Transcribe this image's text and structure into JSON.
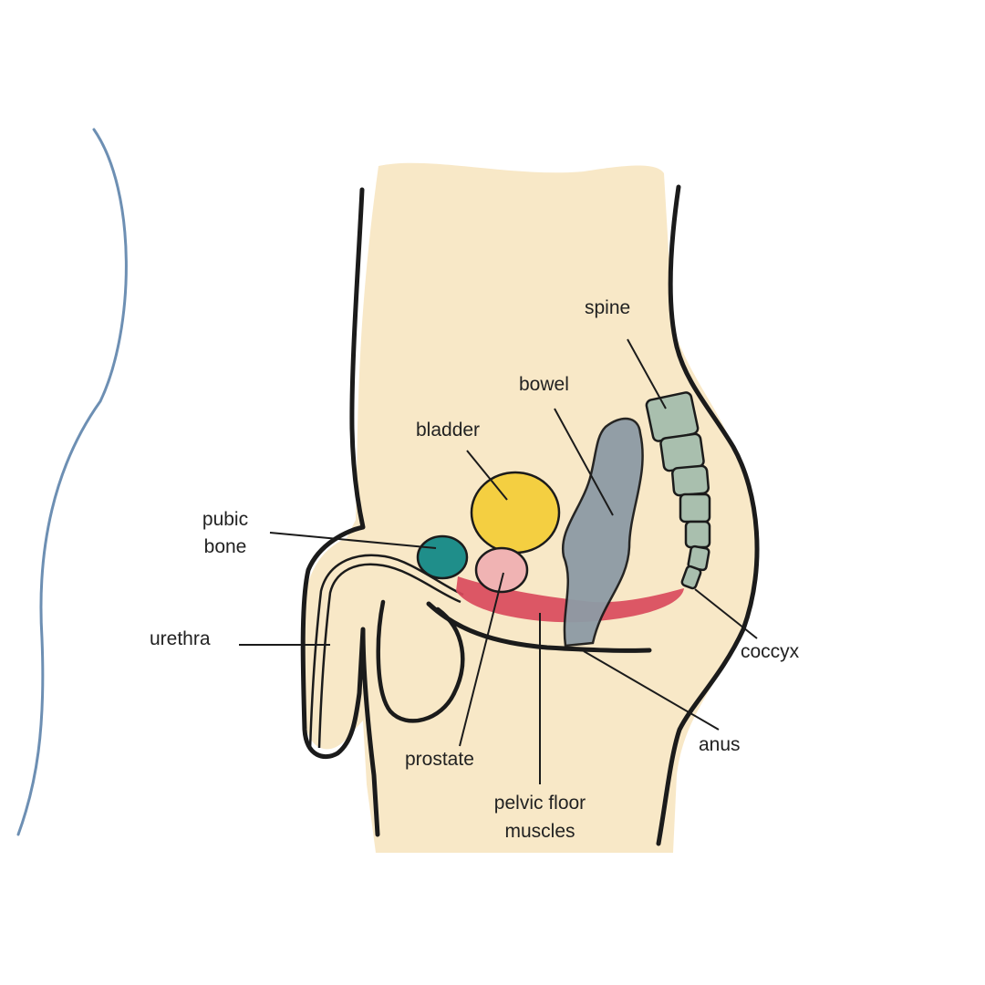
{
  "colors": {
    "skin": "#f7e6c2",
    "outline": "#1b1b1b",
    "bladder": "#f3cd3a",
    "pubic_bone": "#1f8e8a",
    "prostate": "#f0b3b3",
    "pelvic_floor": "#d94a5c",
    "bowel": "#8d9ba5",
    "spine": "#a9bfae",
    "side_curve": "#6d8fb3"
  },
  "labels": {
    "spine": "spine",
    "bowel": "bowel",
    "bladder": "bladder",
    "pubic_bone_line1": "pubic",
    "pubic_bone_line2": "bone",
    "urethra": "urethra",
    "coccyx": "coccyx",
    "anus": "anus",
    "prostate": "prostate",
    "pelvic_floor_line1": "pelvic floor",
    "pelvic_floor_line2": "muscles"
  }
}
